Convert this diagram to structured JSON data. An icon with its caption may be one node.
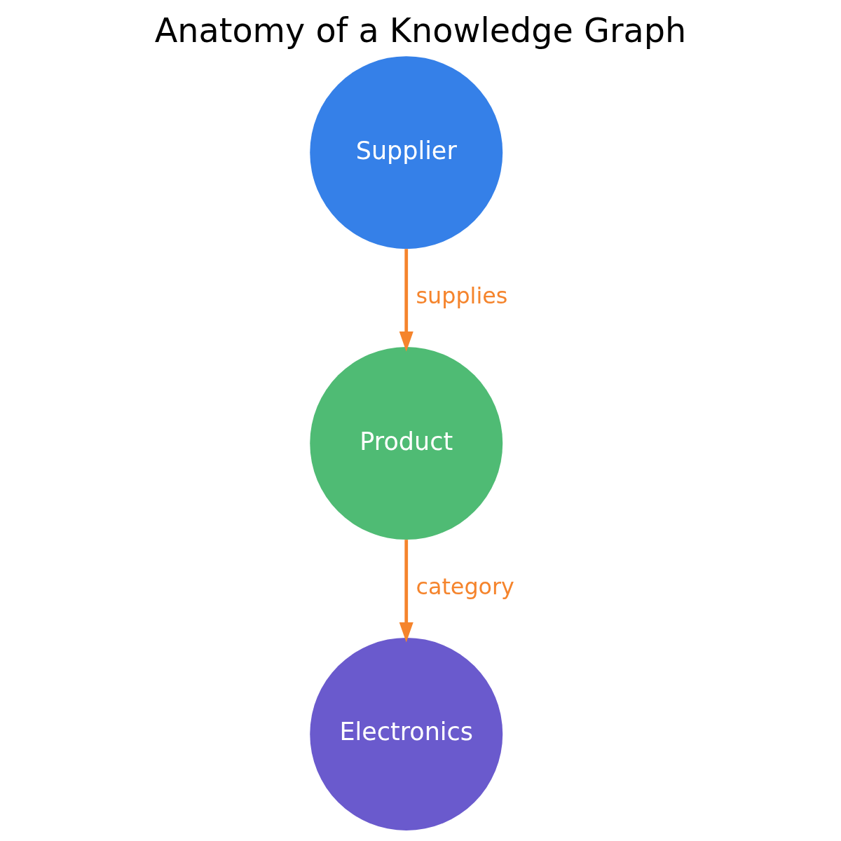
{
  "diagram": {
    "title": "Anatomy of a Knowledge Graph",
    "nodes": [
      {
        "text": [
          "Supplier"
        ]
      },
      {
        "text": [
          "Product"
        ]
      },
      {
        "text": [
          "Electronics"
        ]
      }
    ],
    "edges": [
      {
        "from": 0,
        "to": 1,
        "arrow": "to",
        "label": "supplies"
      },
      {
        "from": 1,
        "to": 2,
        "arrow": "to",
        "label": "category"
      }
    ]
  }
}
